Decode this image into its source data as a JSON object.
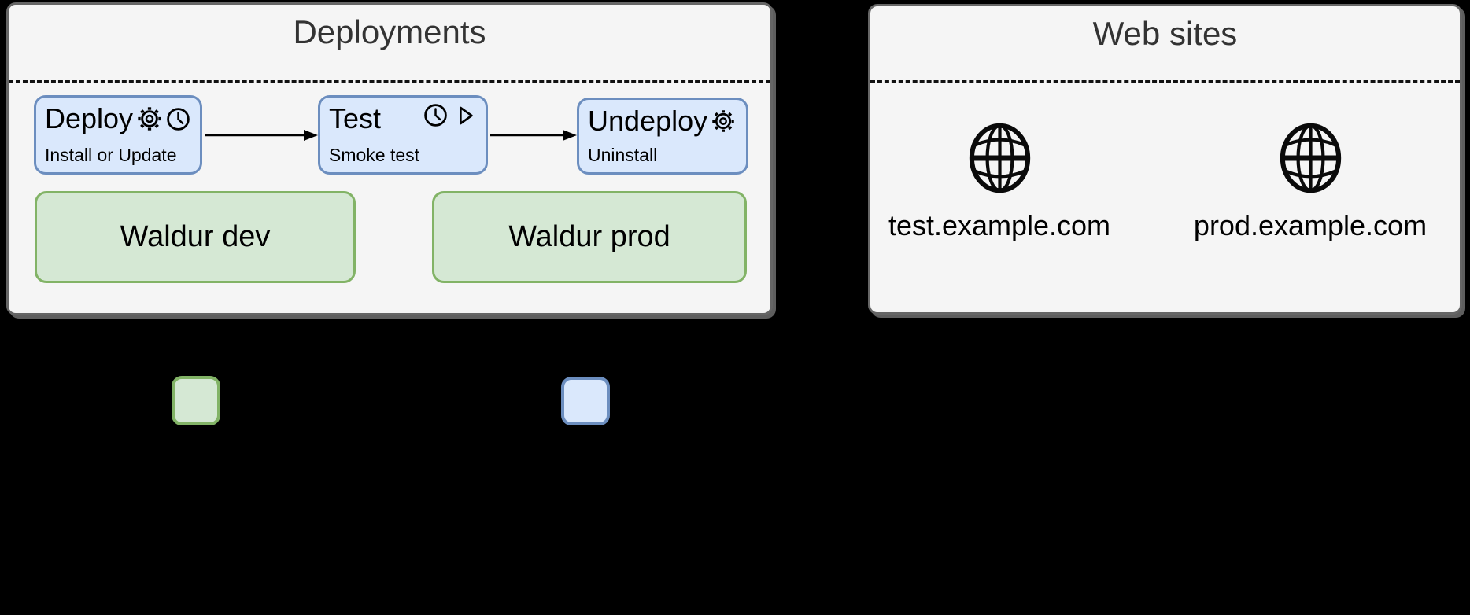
{
  "deployments": {
    "title": "Deployments",
    "steps": [
      {
        "label": "Deploy",
        "sublabel": "Install or Update",
        "icons": [
          "gear-icon",
          "clock-icon"
        ]
      },
      {
        "label": "Test",
        "sublabel": "Smoke test",
        "icons": [
          "clock-icon",
          "play-icon"
        ]
      },
      {
        "label": "Undeploy",
        "sublabel": "Uninstall",
        "icons": [
          "gear-icon"
        ]
      }
    ],
    "environments": [
      {
        "label": "Waldur dev"
      },
      {
        "label": "Waldur prod"
      }
    ]
  },
  "websites": {
    "title": "Web sites",
    "sites": [
      {
        "domain": "test.example.com",
        "icon": "globe-icon"
      },
      {
        "domain": "prod.example.com",
        "icon": "globe-icon"
      }
    ]
  },
  "legend": {
    "swatches": [
      {
        "name": "environment-swatch",
        "fill": "#d5e8d4",
        "stroke": "#82b366"
      },
      {
        "name": "step-swatch",
        "fill": "#dae8fc",
        "stroke": "#6c8ebf"
      }
    ]
  },
  "colors": {
    "canvas_background": "#000000",
    "panel_fill": "#f5f5f5",
    "panel_border": "#666666",
    "step_fill": "#dae8fc",
    "step_border": "#6c8ebf",
    "environment_fill": "#d5e8d4",
    "environment_border": "#82b366",
    "title_text": "#333333",
    "body_text": "#000000",
    "arrow": "#000000"
  }
}
